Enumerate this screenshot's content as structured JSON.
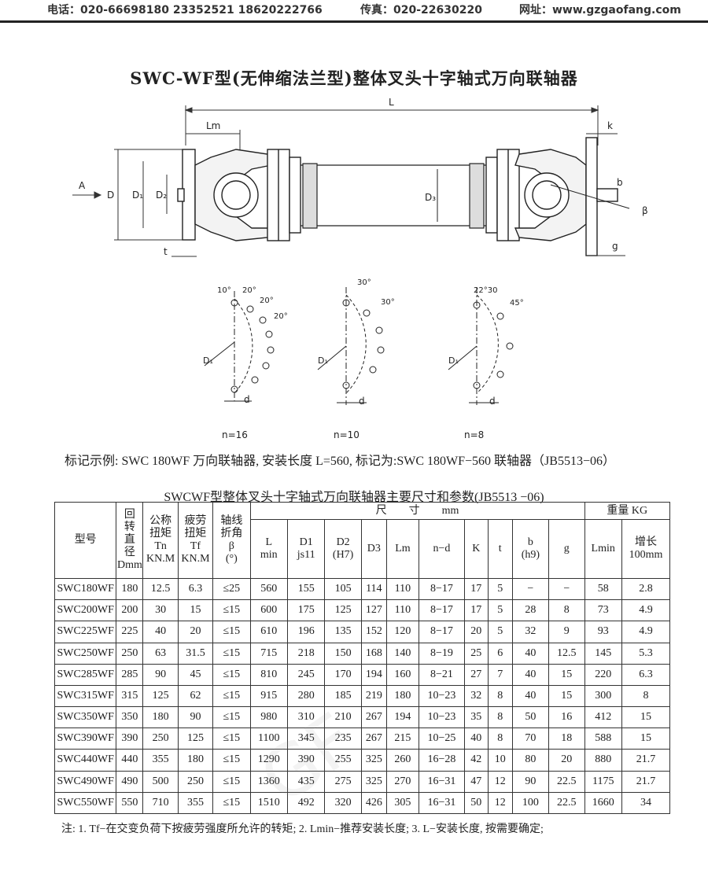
{
  "contact": {
    "phone": "电话：020-66698180  23352521  18620222766",
    "fax": "传真：020-22630220",
    "website": "网址：www.gzgaofang.com"
  },
  "title": "SWC-WF型(无伸缩法兰型)整体叉头十字轴式万向联轴器",
  "drawing_labels": {
    "L": "L",
    "Lm": "Lm",
    "k": "k",
    "A": "A",
    "D": "D",
    "D1": "D₁",
    "D2": "D₂",
    "D3": "D₃",
    "b": "b",
    "beta": "β",
    "t": "t",
    "g": "g",
    "d": "d",
    "n16": "n=16",
    "n10": "n=10",
    "n8": "n=8",
    "a10": "10°",
    "a20a": "20°",
    "a20b": "20°",
    "a20c": "20°",
    "a30a": "30°",
    "a30b": "30°",
    "a2230": "22°30",
    "a45": "45°"
  },
  "example": "标记示例: SWC 180WF 万向联轴器, 安装长度 L=560, 标记为:SWC 180WF−560 联轴器（JB5513−06）",
  "table_title": "SWCWF型整体叉头十字轴式万向联轴器主要尺寸和参数(JB5513 −06)",
  "table_header": {
    "model": "型号",
    "dmm": [
      "回",
      "转",
      "直",
      "径",
      "Dmm"
    ],
    "tn": [
      "公称",
      "扭矩",
      "Tn",
      "KN.M"
    ],
    "tf": [
      "疲劳",
      "扭矩",
      "Tf",
      "KN.M"
    ],
    "beta": [
      "轴线",
      "折角",
      "β",
      "(°)"
    ],
    "size_group": "尺　　寸　　mm",
    "weight_group": "重量  KG",
    "L": [
      "L",
      "min"
    ],
    "D1": [
      "D1",
      "js11"
    ],
    "D2": [
      "D2",
      "(H7)"
    ],
    "D3": "D3",
    "Lm": "Lm",
    "nd": "n−d",
    "K": "K",
    "t": "t",
    "b": [
      "b",
      "(h9)"
    ],
    "g": "g",
    "lmin": "Lmin",
    "inc": [
      "增长",
      "100mm"
    ]
  },
  "rows": [
    [
      "SWC180WF",
      "180",
      "12.5",
      "6.3",
      "≤25",
      "560",
      "155",
      "105",
      "114",
      "110",
      "8−17",
      "17",
      "5",
      "−",
      "−",
      "58",
      "2.8"
    ],
    [
      "SWC200WF",
      "200",
      "30",
      "15",
      "≤15",
      "600",
      "175",
      "125",
      "127",
      "110",
      "8−17",
      "17",
      "5",
      "28",
      "8",
      "73",
      "4.9"
    ],
    [
      "SWC225WF",
      "225",
      "40",
      "20",
      "≤15",
      "610",
      "196",
      "135",
      "152",
      "120",
      "8−17",
      "20",
      "5",
      "32",
      "9",
      "93",
      "4.9"
    ],
    [
      "SWC250WF",
      "250",
      "63",
      "31.5",
      "≤15",
      "715",
      "218",
      "150",
      "168",
      "140",
      "8−19",
      "25",
      "6",
      "40",
      "12.5",
      "145",
      "5.3"
    ],
    [
      "SWC285WF",
      "285",
      "90",
      "45",
      "≤15",
      "810",
      "245",
      "170",
      "194",
      "160",
      "8−21",
      "27",
      "7",
      "40",
      "15",
      "220",
      "6.3"
    ],
    [
      "SWC315WF",
      "315",
      "125",
      "62",
      "≤15",
      "915",
      "280",
      "185",
      "219",
      "180",
      "10−23",
      "32",
      "8",
      "40",
      "15",
      "300",
      "8"
    ],
    [
      "SWC350WF",
      "350",
      "180",
      "90",
      "≤15",
      "980",
      "310",
      "210",
      "267",
      "194",
      "10−23",
      "35",
      "8",
      "50",
      "16",
      "412",
      "15"
    ],
    [
      "SWC390WF",
      "390",
      "250",
      "125",
      "≤15",
      "1100",
      "345",
      "235",
      "267",
      "215",
      "10−25",
      "40",
      "8",
      "70",
      "18",
      "588",
      "15"
    ],
    [
      "SWC440WF",
      "440",
      "355",
      "180",
      "≤15",
      "1290",
      "390",
      "255",
      "325",
      "260",
      "16−28",
      "42",
      "10",
      "80",
      "20",
      "880",
      "21.7"
    ],
    [
      "SWC490WF",
      "490",
      "500",
      "250",
      "≤15",
      "1360",
      "435",
      "275",
      "325",
      "270",
      "16−31",
      "47",
      "12",
      "90",
      "22.5",
      "1175",
      "21.7"
    ],
    [
      "SWC550WF",
      "550",
      "710",
      "355",
      "≤15",
      "1510",
      "492",
      "320",
      "426",
      "305",
      "16−31",
      "50",
      "12",
      "100",
      "22.5",
      "1660",
      "34"
    ]
  ],
  "note": "注: 1. Tf−在交变负荷下按疲劳强度所允许的转矩;  2. Lmin−推荐安装长度;  3. L−安装长度, 按需要确定;"
}
